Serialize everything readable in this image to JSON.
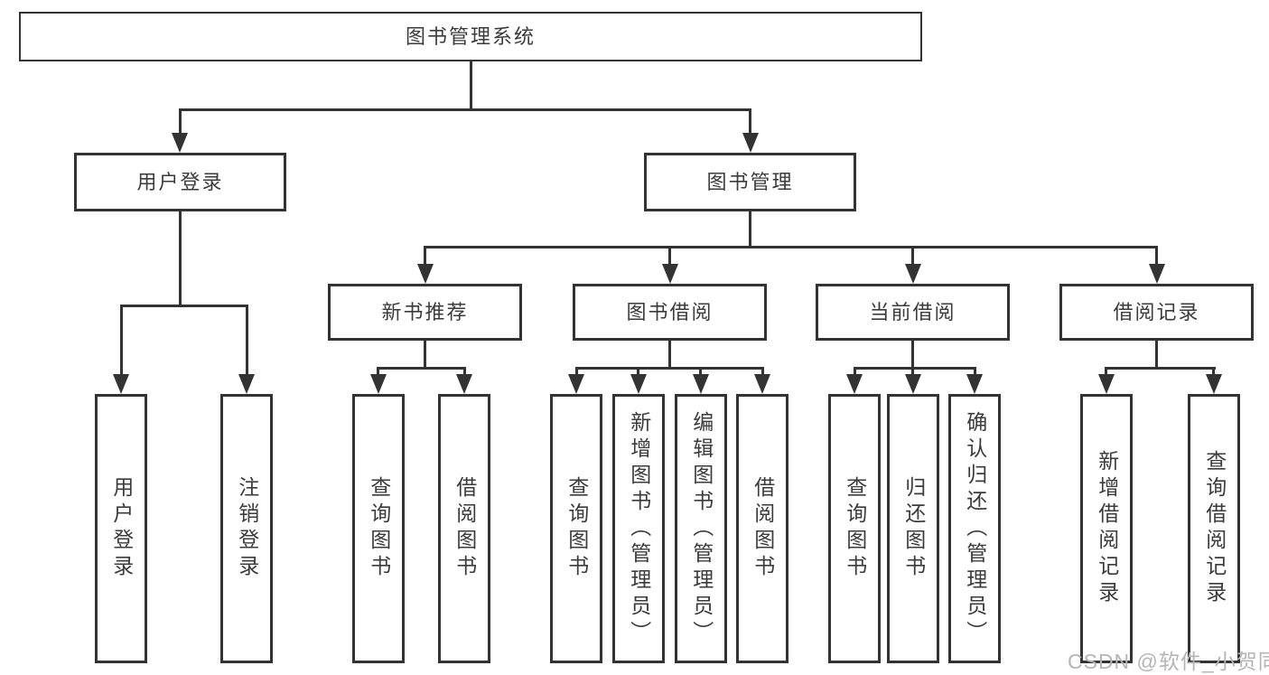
{
  "diagram_type": "hierarchy-tree",
  "colors": {
    "line": "#333333",
    "text": "#3b3b3b",
    "box_background": "#ffffff",
    "watermark": "#b5b5b5"
  },
  "tree": {
    "label": "图书管理系统",
    "children": [
      {
        "label": "用户登录",
        "children": [
          {
            "label": "用户登录"
          },
          {
            "label": "注销登录"
          }
        ]
      },
      {
        "label": "图书管理",
        "children": [
          {
            "label": "新书推荐",
            "children": [
              {
                "label": "查询图书"
              },
              {
                "label": "借阅图书"
              }
            ]
          },
          {
            "label": "图书借阅",
            "children": [
              {
                "label": "查询图书"
              },
              {
                "label": "新增图书（管理员）"
              },
              {
                "label": "编辑图书（管理员）"
              },
              {
                "label": "借阅图书"
              }
            ]
          },
          {
            "label": "当前借阅",
            "children": [
              {
                "label": "查询图书"
              },
              {
                "label": "归还图书"
              },
              {
                "label": "确认归还（管理员）"
              }
            ]
          },
          {
            "label": "借阅记录",
            "children": [
              {
                "label": "新增借阅记录"
              },
              {
                "label": "查询借阅记录"
              }
            ]
          }
        ]
      }
    ]
  },
  "watermark": {
    "text": "CSDN @软件_小贺同学"
  }
}
